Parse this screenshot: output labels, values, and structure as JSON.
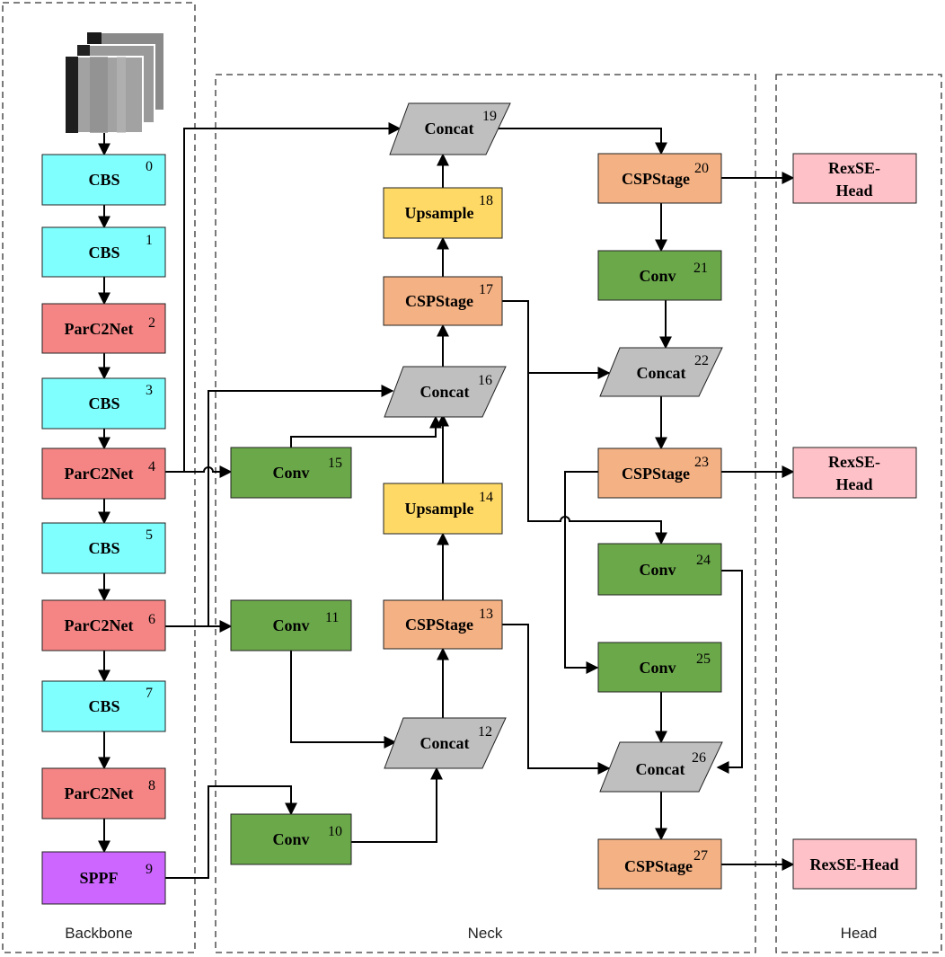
{
  "sections": {
    "backbone": "Backbone",
    "neck": "Neck",
    "head": "Head"
  },
  "colors": {
    "cbs": "#80FFFF",
    "parc2net": "#F58585",
    "sppf": "#CC66FF",
    "conv": "#6BA84A",
    "upsample": "#FFD966",
    "cspstage": "#F4B183",
    "concat": "#BFBFBF",
    "head": "#FFC1C8"
  },
  "nodes": {
    "n0": {
      "label": "CBS",
      "num": "0"
    },
    "n1": {
      "label": "CBS",
      "num": "1"
    },
    "n2": {
      "label": "ParC2Net",
      "num": "2"
    },
    "n3": {
      "label": "CBS",
      "num": "3"
    },
    "n4": {
      "label": "ParC2Net",
      "num": "4"
    },
    "n5": {
      "label": "CBS",
      "num": "5"
    },
    "n6": {
      "label": "ParC2Net",
      "num": "6"
    },
    "n7": {
      "label": "CBS",
      "num": "7"
    },
    "n8": {
      "label": "ParC2Net",
      "num": "8"
    },
    "n9": {
      "label": "SPPF",
      "num": "9"
    },
    "n10": {
      "label": "Conv",
      "num": "10"
    },
    "n11": {
      "label": "Conv",
      "num": "11"
    },
    "n12": {
      "label": "Concat",
      "num": "12"
    },
    "n13": {
      "label": "CSPStage",
      "num": "13"
    },
    "n14": {
      "label": "Upsample",
      "num": "14"
    },
    "n15": {
      "label": "Conv",
      "num": "15"
    },
    "n16": {
      "label": "Concat",
      "num": "16"
    },
    "n17": {
      "label": "CSPStage",
      "num": "17"
    },
    "n18": {
      "label": "Upsample",
      "num": "18"
    },
    "n19": {
      "label": "Concat",
      "num": "19"
    },
    "n20": {
      "label": "CSPStage",
      "num": "20"
    },
    "n21": {
      "label": "Conv",
      "num": "21"
    },
    "n22": {
      "label": "Concat",
      "num": "22"
    },
    "n23": {
      "label": "CSPStage",
      "num": "23"
    },
    "n24": {
      "label": "Conv",
      "num": "24"
    },
    "n25": {
      "label": "Conv",
      "num": "25"
    },
    "n26": {
      "label": "Concat",
      "num": "26"
    },
    "n27": {
      "label": "CSPStage",
      "num": "27"
    },
    "h1": {
      "line1": "RexSE-",
      "line2": "Head"
    },
    "h2": {
      "line1": "RexSE-",
      "line2": "Head"
    },
    "h3": {
      "label": "RexSE-Head"
    }
  }
}
